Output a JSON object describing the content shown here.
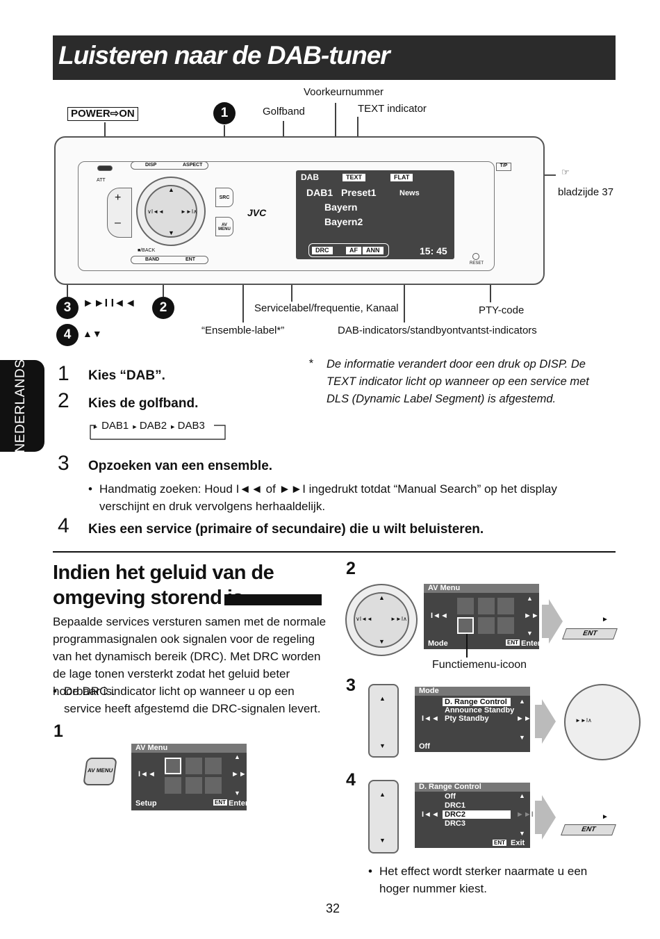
{
  "header": {
    "title": "Luisteren naar de DAB-tuner"
  },
  "side_tab": {
    "label": "NEDERLANDS"
  },
  "diagram": {
    "power_label": "POWER⇨ON",
    "callouts": {
      "voorkeurnummer": "Voorkeurnummer",
      "golfband": "Golfband",
      "text_indicator": "TEXT indicator",
      "page_ref": "bladzijde 37",
      "servicelabel": "Servicelabel/frequentie, Kanaal",
      "pty_code": "PTY-code",
      "ensemble": "“Ensemble-label*”",
      "dab_indicators": "DAB-indicators/standbyontvantst-indicators"
    },
    "badges": {
      "one": "1",
      "two": "2",
      "three": "3",
      "four": "4"
    },
    "step3_icons": "►►I I◄◄",
    "step4_icons": "▲▼",
    "radio": {
      "disp": "DISP",
      "aspect": "ASPECT",
      "att": "ATT",
      "src": "SRC",
      "av_menu": "AV MENU",
      "band": "BAND",
      "ent": "ENT",
      "back": "■/BACK",
      "brand": "JVC",
      "tp": "T/P",
      "reset": "RESET"
    },
    "screen": {
      "dab": "DAB",
      "text": "TEXT",
      "flat": "FLAT",
      "band": "DAB1",
      "preset": "Preset1",
      "news": "News",
      "service": "Bayern",
      "service2": "Bayern2",
      "drc": "DRC",
      "af": "AF",
      "ann": "ANN",
      "clock": "15: 45"
    }
  },
  "footnote": "De informatie verandert door een druk op DISP. De TEXT indicator licht op wanneer op een service met DLS (Dynamic Label Segment) is afgestemd.",
  "footnote_mark": "*",
  "steps": [
    {
      "n": "1",
      "title": "Kies “DAB”."
    },
    {
      "n": "2",
      "title": "Kies de golfband."
    },
    {
      "n": "3",
      "title": "Opzoeken van een ensemble."
    },
    {
      "n": "4",
      "title": "Kies een service (primaire of secundaire) die u wilt beluisteren."
    }
  ],
  "band_cycle": [
    "DAB1",
    "DAB2",
    "DAB3"
  ],
  "step3_bullet": "Handmatig zoeken: Houd I◄◄ of ►►I ingedrukt totdat “Manual Search” op het display verschijnt en druk vervolgens herhaaldelijk.",
  "section2": {
    "title_line1": "Indien het geluid van de",
    "title_line2": "omgeving storend is",
    "paragraph": "Bepaalde services versturen samen met de normale programmasignalen ook signalen voor de regeling van het dynamisch bereik (DRC). Met DRC worden de lage tonen versterkt zodat het geluid beter hoorbaar is.",
    "bullet": "De DRC indicator licht op wanneer u op een service heeft afgestemd die DRC-signalen levert.",
    "fig1_num": "1",
    "fig1_button": "AV MENU",
    "fig1_menu": {
      "title": "AV Menu",
      "footer_left": "Setup",
      "ent": "ENT",
      "footer_right": "Enter"
    },
    "fig2_num": "2",
    "fig2_menu": {
      "title": "AV Menu",
      "footer_left": "Mode",
      "ent": "ENT",
      "footer_right": "Enter"
    },
    "fig2_button": "ENT",
    "fig2_caption": "Functiemenu-icoon",
    "fig3_num": "3",
    "fig3_menu": {
      "title": "Mode",
      "items": [
        "D. Range Control",
        "Announce Standby",
        "Pty Standby"
      ],
      "footer_left": "Off"
    },
    "fig4_num": "4",
    "fig4_menu": {
      "title": "D. Range Control",
      "items": [
        "Off",
        "DRC1",
        "DRC2",
        "DRC3"
      ],
      "ent": "ENT",
      "footer_right": "Exit"
    },
    "fig4_button": "ENT",
    "final_bullet": "Het effect wordt sterker naarmate u een hoger nummer kiest."
  },
  "page_number": "32"
}
